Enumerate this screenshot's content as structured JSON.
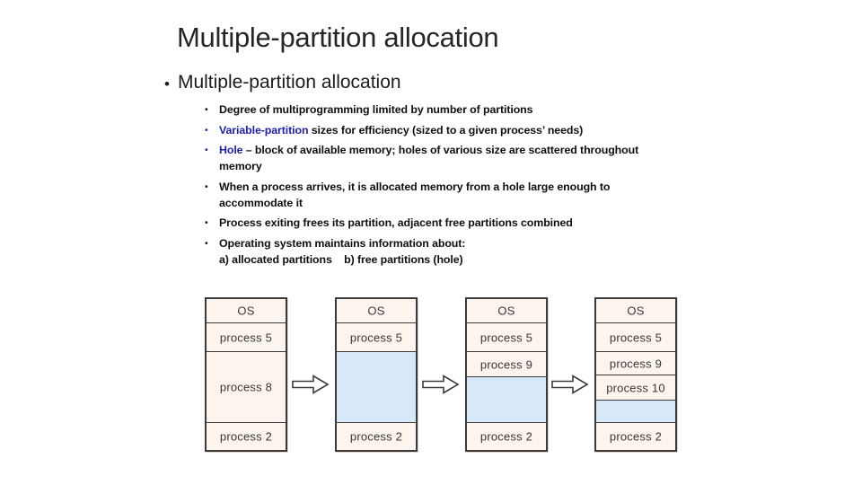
{
  "slide": {
    "title": "Multiple-partition allocation",
    "bullet": "Multiple-partition allocation",
    "bullet_marker": "•",
    "sub_bullets": [
      {
        "lines": [
          [
            {
              "t": "Degree of multiprogramming limited by number of partitions"
            }
          ]
        ]
      },
      {
        "lines": [
          [
            {
              "t": "Variable-partition",
              "term": true
            },
            {
              "t": " sizes for efficiency (sized to a given process’ needs)"
            }
          ]
        ]
      },
      {
        "lines": [
          [
            {
              "t": "Hole",
              "term": true
            },
            {
              "t": " – block of available memory; holes of various size are scattered throughout"
            }
          ],
          [
            {
              "t": "memory"
            }
          ]
        ]
      },
      {
        "lines": [
          [
            {
              "t": "When a process arrives, it is allocated memory from a hole large enough to"
            }
          ],
          [
            {
              "t": "accommodate it"
            }
          ]
        ]
      },
      {
        "lines": [
          [
            {
              "t": "Process exiting frees its partition, adjacent free partitions combined"
            }
          ]
        ]
      },
      {
        "lines": [
          [
            {
              "t": "Operating system maintains information about:"
            }
          ],
          [
            {
              "t": "a) allocated partitions    b) free partitions (hole)"
            }
          ]
        ]
      }
    ]
  },
  "diagram": {
    "columns": [
      {
        "cells": [
          {
            "label": "OS",
            "h": 26
          },
          {
            "label": "process 5",
            "h": 32
          },
          {
            "label": "process 8",
            "h": 79
          },
          {
            "label": "process 2",
            "h": 31
          }
        ]
      },
      {
        "cells": [
          {
            "label": "OS",
            "h": 26
          },
          {
            "label": "process 5",
            "h": 32
          },
          {
            "label": "",
            "h": 79,
            "hole": true
          },
          {
            "label": "process 2",
            "h": 31
          }
        ]
      },
      {
        "cells": [
          {
            "label": "OS",
            "h": 26
          },
          {
            "label": "process 5",
            "h": 32
          },
          {
            "label": "process 9",
            "h": 28
          },
          {
            "label": "",
            "h": 51,
            "hole": true
          },
          {
            "label": "process 2",
            "h": 31
          }
        ]
      },
      {
        "cells": [
          {
            "label": "OS",
            "h": 26
          },
          {
            "label": "process 5",
            "h": 32
          },
          {
            "label": "process 9",
            "h": 26
          },
          {
            "label": "process 10",
            "h": 28
          },
          {
            "label": "",
            "h": 25,
            "hole": true
          },
          {
            "label": "process 2",
            "h": 31
          }
        ]
      }
    ],
    "arrow_count": 3
  },
  "colors": {
    "term_blue": "#2121AE",
    "block_fill": "#FDF4EE",
    "hole_fill": "#D7E9F8",
    "block_border": "#3b3b3b",
    "title_text": "#262626",
    "body_text": "#0f0f0f"
  }
}
